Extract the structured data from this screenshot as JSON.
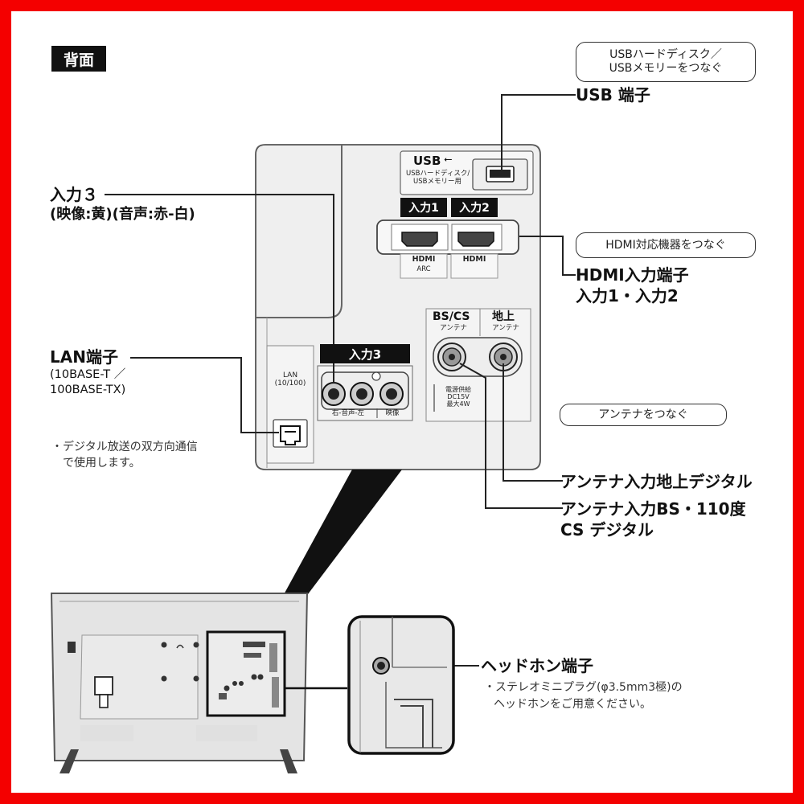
{
  "section_label": "背面",
  "usb": {
    "callout_line1": "USBハードディスク／",
    "callout_line2": "USBメモリーをつなぐ",
    "terminal_label": "USB 端子",
    "panel_usb_label": "USB",
    "panel_usb_sub1": "USBハードディスク/",
    "panel_usb_sub2": "USBメモリー用"
  },
  "hdmi": {
    "callout": "HDMI対応機器をつなぐ",
    "terminal_line1": "HDMI入力端子",
    "terminal_line2": "入力1・入力2",
    "tab_input1": "入力1",
    "tab_input2": "入力2",
    "logo": "HDMI",
    "arc_label": "ARC"
  },
  "input3": {
    "title": "入力３",
    "subtitle": "(映像:黄)(音声:赤-白)",
    "panel_label": "入力3",
    "jack_label_audio": "右-音声-左",
    "jack_label_video": "映像"
  },
  "lan": {
    "title": "LAN端子",
    "sub1": "(10BASE-T ／",
    "sub2": "100BASE-TX)",
    "note1": "・デジタル放送の双方向通信",
    "note2": "で使用します。",
    "panel_label1": "LAN",
    "panel_label2": "(10/100)"
  },
  "antenna": {
    "callout": "アンテナをつなぐ",
    "bscs_label": "BS/CS",
    "bscs_sub": "アンテナ",
    "terrestrial_label": "地上",
    "terrestrial_sub": "アンテナ",
    "power_line1": "電源供給",
    "power_line2": "DC15V",
    "power_line3": "最大4W",
    "terrestrial_terminal": "アンテナ入力地上デジタル",
    "bs_terminal_line1": "アンテナ入力BS・110度",
    "bs_terminal_line2": "CS デジタル"
  },
  "headphone": {
    "title": "ヘッドホン端子",
    "note1": "・ステレオミニプラグ(φ3.5mm3極)の",
    "note2": "ヘッドホンをご用意ください。"
  }
}
